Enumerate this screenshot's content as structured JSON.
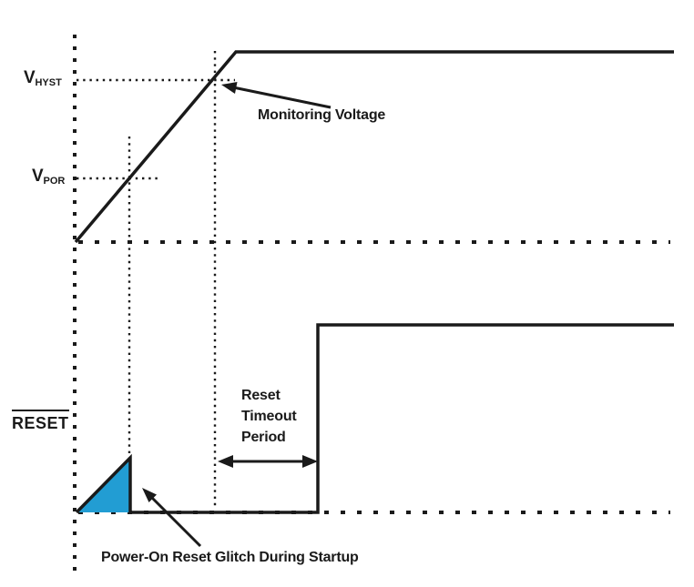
{
  "colors": {
    "line": "#1a1a1a",
    "glitch_fill": "#229dd3",
    "background": "#ffffff"
  },
  "labels": {
    "vhyst": {
      "base": "V",
      "sub": "HYST"
    },
    "vpor": {
      "base": "V",
      "sub": "POR"
    },
    "monitoring_voltage": "Monitoring Voltage",
    "reset_signal": "RESET",
    "reset_timeout": {
      "line1": "Reset",
      "line2": "Timeout",
      "line3": "Period"
    },
    "por_glitch": "Power-On Reset Glitch During Startup"
  }
}
